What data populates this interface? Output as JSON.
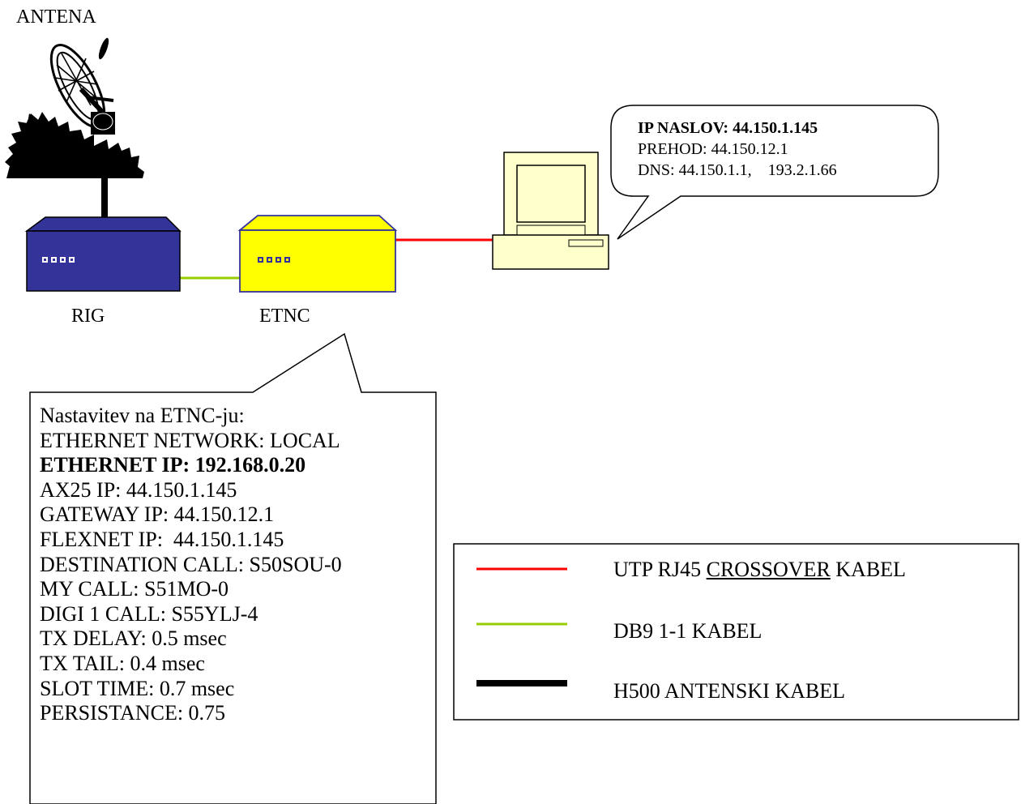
{
  "labels": {
    "antenna": "ANTENA",
    "rig": "RIG",
    "etnc": "ETNC"
  },
  "pc_callout": {
    "lines": [
      {
        "text": "IP NASLOV: 44.150.1.145",
        "bold": true
      },
      {
        "text": "PREHOD: 44.150.12.1",
        "bold": false
      },
      {
        "text": "DNS: 44.150.1.1,    193.2.1.66",
        "bold": false
      }
    ]
  },
  "etnc_callout": {
    "lines": [
      {
        "text": "Nastavitev na ETNC-ju:",
        "bold": false
      },
      {
        "text": "ETHERNET NETWORK: LOCAL",
        "bold": false
      },
      {
        "text": "ETHERNET IP: 192.168.0.20",
        "bold": true
      },
      {
        "text": "AX25 IP: 44.150.1.145",
        "bold": false
      },
      {
        "text": "GATEWAY IP: 44.150.12.1",
        "bold": false
      },
      {
        "text": "FLEXNET IP:  44.150.1.145",
        "bold": false
      },
      {
        "text": "DESTINATION CALL: S50SOU-0",
        "bold": false
      },
      {
        "text": "MY CALL: S51MO-0",
        "bold": false
      },
      {
        "text": "DIGI 1 CALL: S55YLJ-4",
        "bold": false
      },
      {
        "text": "TX DELAY: 0.5 msec",
        "bold": false
      },
      {
        "text": "TX TAIL: 0.4 msec",
        "bold": false
      },
      {
        "text": "SLOT TIME: 0.7 msec",
        "bold": false
      },
      {
        "text": "PERSISTANCE: 0.75",
        "bold": false
      }
    ]
  },
  "legend": {
    "items": [
      {
        "prefix": "UTP RJ45 ",
        "underlined": "CROSSOVER",
        "suffix": " KABEL",
        "color": "#ff0000"
      },
      {
        "prefix": "DB9 1-1 KABEL",
        "underlined": "",
        "suffix": "",
        "color": "#99cc00"
      },
      {
        "prefix": "H500 ANTENSKI KABEL",
        "underlined": "",
        "suffix": "",
        "color": "#000000"
      }
    ]
  },
  "colors": {
    "rig": "#333399",
    "etnc": "#ffff00",
    "computer": "#ffffcc",
    "cable_utp": "#ff0000",
    "cable_db9": "#99cc00",
    "cable_antenna": "#000000"
  },
  "icons": {
    "antenna": "satellite-dish-icon",
    "rig": "radio-rig-icon",
    "etnc": "etnc-device-icon",
    "computer": "desktop-computer-icon"
  }
}
